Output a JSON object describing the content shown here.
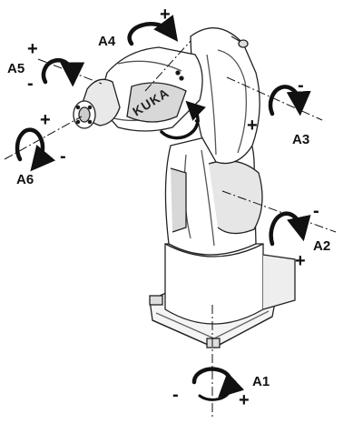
{
  "brand": "KUKA",
  "axes": [
    {
      "id": "A1",
      "label": "A1",
      "plus": "+",
      "minus": "-"
    },
    {
      "id": "A2",
      "label": "A2",
      "plus": "+",
      "minus": "-"
    },
    {
      "id": "A3",
      "label": "A3",
      "plus": "+",
      "minus": "-"
    },
    {
      "id": "A4",
      "label": "A4",
      "plus": "+",
      "minus": "-"
    },
    {
      "id": "A5",
      "label": "A5",
      "plus": "+",
      "minus": "-"
    },
    {
      "id": "A6",
      "label": "A6",
      "plus": "+",
      "minus": "-"
    }
  ],
  "colors": {
    "line": "#111111",
    "fill": "#ffffff",
    "shade": "#d8d8d8",
    "dark": "#8a8a8a"
  }
}
